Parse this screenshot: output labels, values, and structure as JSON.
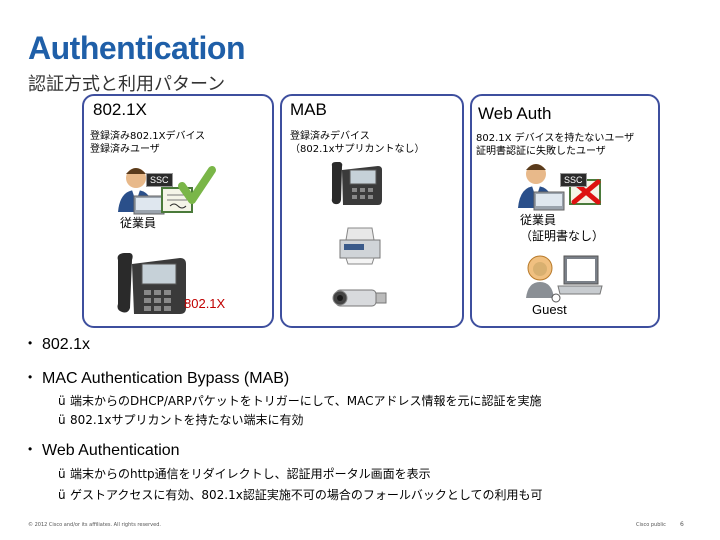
{
  "title": "Authentication",
  "subtitle": "認証方式と利用パターン",
  "columns": [
    {
      "title": "802.1X",
      "desc": "登録済み802.1Xデバイス\n登録済みユーザ"
    },
    {
      "title": "MAB",
      "desc": "登録済みデバイス\n（802.1xサプリカントなし）"
    },
    {
      "title": "Web Auth",
      "desc": "802.1X デバイスを持たないユーザ\n証明書認証に失敗したユーザ"
    }
  ],
  "diagram": {
    "ssc_left": "SSC",
    "ssc_right": "SSC",
    "employee_left": "従業員",
    "employee_right": "従業員\n（証明書なし）",
    "phone_label": "802.1X",
    "guest_label": "Guest"
  },
  "bullets": [
    {
      "text": "802.1x",
      "subs": []
    },
    {
      "text": "MAC Authentication Bypass (MAB)",
      "subs": [
        "端末からのDHCP/ARPパケットをトリガーにして、MACアドレス情報を元に認証を実施",
        "802.1xサプリカントを持たない端末に有効"
      ]
    },
    {
      "text": "Web Authentication",
      "subs": [
        "端末からのhttp通信をリダイレクトし、認証用ポータル画面を表示",
        "ゲストアクセスに有効、802.1x認証実施不可の場合のフォールバックとしての利用も可"
      ]
    }
  ],
  "bullet_symbol": "•",
  "check_symbol": "ü",
  "footer": {
    "copyright": "© 2012 Cisco and/or its affiliates. All rights reserved.",
    "classification": "Cisco public",
    "page": "6"
  },
  "colors": {
    "title": "#1f5fa8",
    "panel_border": "#3e4f9e",
    "red_label": "#c00000"
  }
}
